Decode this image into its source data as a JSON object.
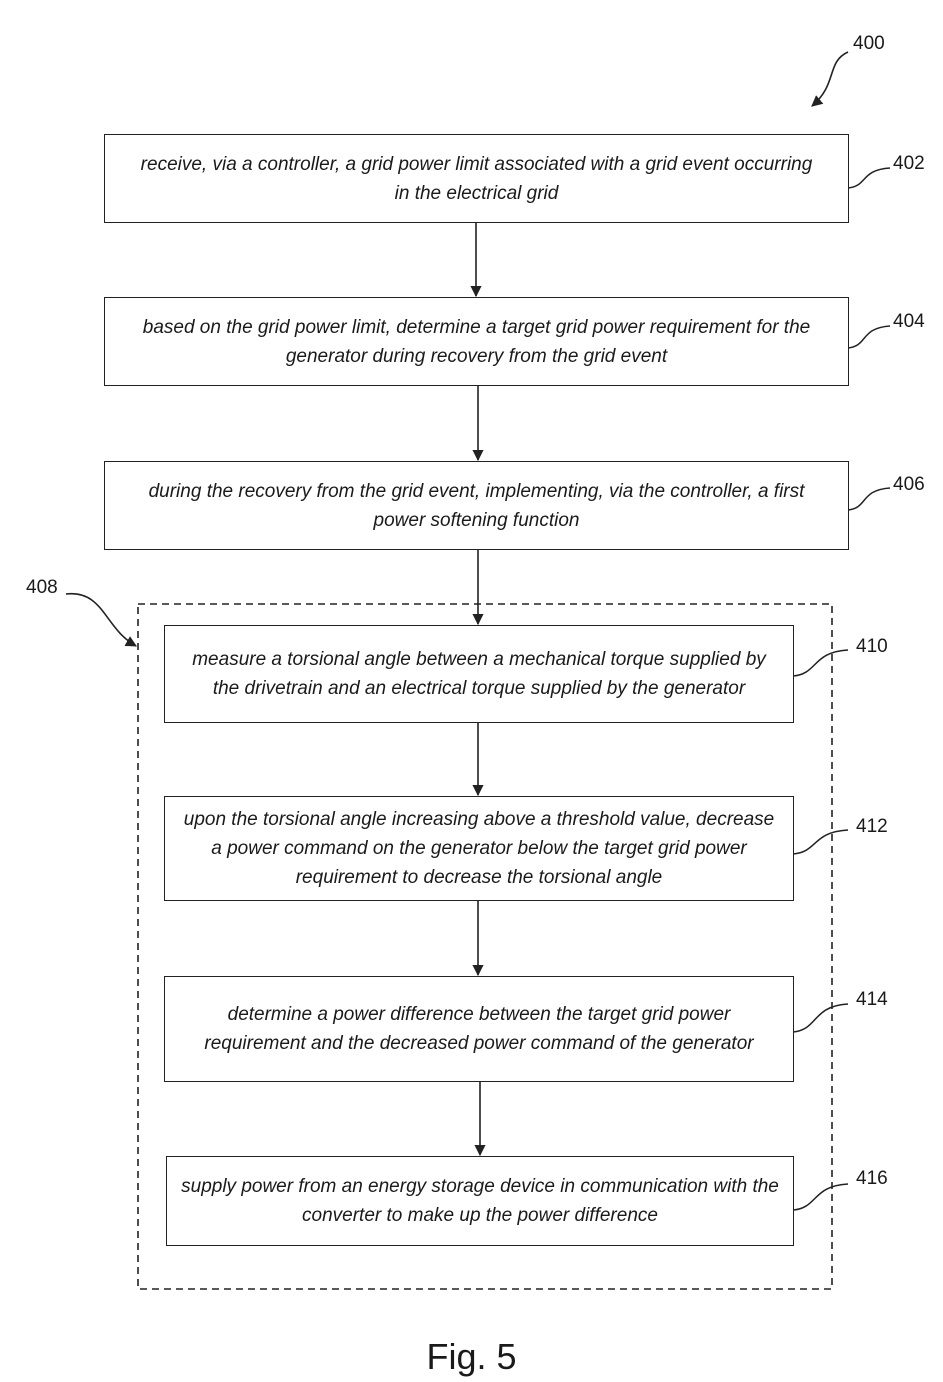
{
  "diagram": {
    "figure_ref": "400",
    "group_ref": "408",
    "caption": "Fig. 5",
    "steps": [
      {
        "ref": "402",
        "text": "receive, via a controller, a grid power limit associated with a grid event occurring in the electrical grid"
      },
      {
        "ref": "404",
        "text": "based on the grid power limit, determine a target grid power requirement for the generator during recovery from the grid event"
      },
      {
        "ref": "406",
        "text": "during the recovery from the grid event, implementing, via the controller, a first power softening function"
      },
      {
        "ref": "410",
        "text": "measure a torsional angle between a mechanical torque supplied by the drivetrain and an electrical torque supplied by the generator"
      },
      {
        "ref": "412",
        "text": "upon the torsional angle increasing above a threshold value, decrease a power command on the generator below the target grid power requirement to decrease the torsional angle"
      },
      {
        "ref": "414",
        "text": "determine a power difference between the target grid power requirement and the decreased power command of the generator"
      },
      {
        "ref": "416",
        "text": "supply power from an energy storage device in communication with the converter to make up the power difference"
      }
    ]
  }
}
